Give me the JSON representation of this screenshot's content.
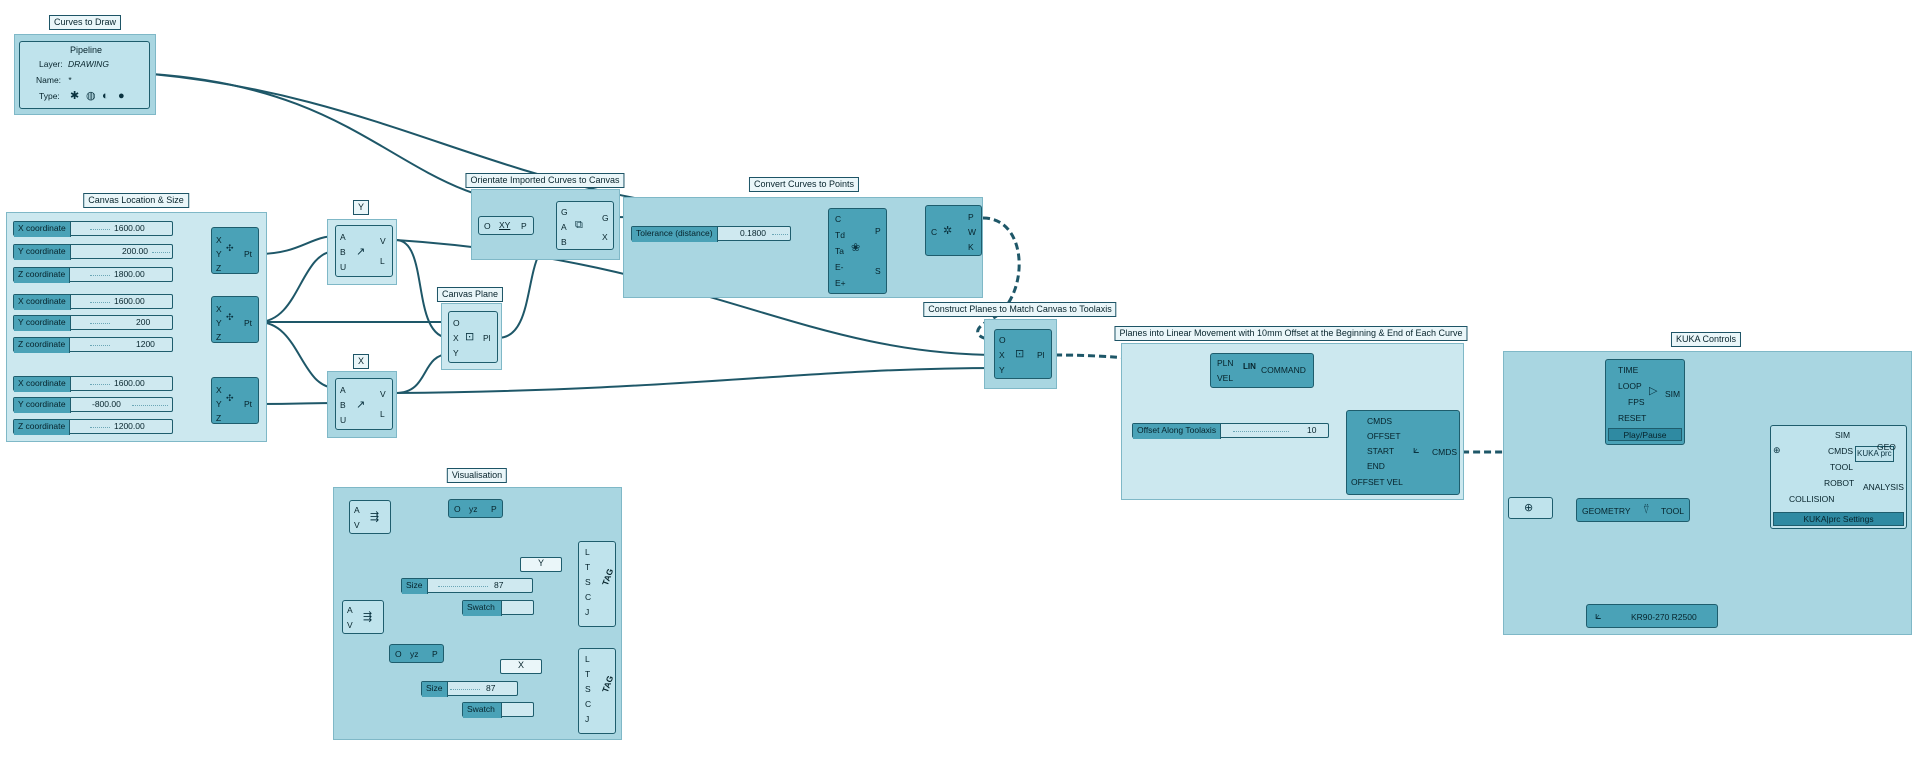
{
  "groups": {
    "curves_to_draw": "Curves to Draw",
    "canvas_location": "Canvas Location & Size",
    "y_group": "Y",
    "x_group": "X",
    "orientate": "Orientate Imported Curves to Canvas",
    "canvas_plane": "Canvas Plane",
    "convert": "Convert Curves to Points",
    "construct": "Construct Planes to Match Canvas to Toolaxis",
    "planes_linear": "Planes into Linear Movement with 10mm Offset at the Beginning & End of Each Curve",
    "kuka": "KUKA Controls",
    "visualisation": "Visualisation"
  },
  "pipeline": {
    "title": "Pipeline",
    "layer_label": "Layer:",
    "layer_value": "DRAWING",
    "name_label": "Name:",
    "name_value": "*",
    "type_label": "Type:"
  },
  "sliders": {
    "s1": {
      "label": "X coordinate",
      "value": "1600.00"
    },
    "s2": {
      "label": "Y coordinate",
      "value": "200.00"
    },
    "s3": {
      "label": "Z coordinate",
      "value": "1800.00"
    },
    "s4": {
      "label": "X coordinate",
      "value": "1600.00"
    },
    "s5": {
      "label": "Y coordinate",
      "value": "200"
    },
    "s6": {
      "label": "Z coordinate",
      "value": "1200"
    },
    "s7": {
      "label": "X coordinate",
      "value": "1600.00"
    },
    "s8": {
      "label": "Y coordinate",
      "value": "-800.00"
    },
    "s9": {
      "label": "Z coordinate",
      "value": "1200.00"
    },
    "tol": {
      "label": "Tolerance (distance)",
      "value": "0.1800"
    },
    "offset": {
      "label": "Offset Along Toolaxis",
      "value": "10"
    },
    "size1": {
      "label": "Size",
      "value": "87"
    },
    "size2": {
      "label": "Size",
      "value": "87"
    }
  },
  "pins": {
    "X": "X",
    "Y": "Y",
    "Z": "Z",
    "Pt": "Pt",
    "A": "A",
    "B": "B",
    "U": "U",
    "V": "V",
    "L": "L",
    "O": "O",
    "Pl": "Pl",
    "G": "G",
    "C": "C",
    "P": "P",
    "W": "W",
    "K": "K",
    "Td": "Td",
    "Ta": "Ta",
    "Eminus": "E-",
    "Eplus": "E+",
    "S": "S",
    "XY": "XY",
    "YZ": "yz",
    "T": "T",
    "J": "J"
  },
  "command": {
    "pln": "PLN",
    "vel": "VEL",
    "lin": "LIN",
    "out": "COMMAND"
  },
  "linear": {
    "cmds": "CMDS",
    "offset": "OFFSET",
    "start": "START",
    "end": "END",
    "offset_vel": "OFFSET VEL",
    "out": "CMDS"
  },
  "timer": {
    "time": "TIME",
    "loop": "LOOP",
    "fps": "FPS",
    "reset": "RESET",
    "sim": "SIM",
    "button": "Play/Pause"
  },
  "kukacore": {
    "sim": "SIM",
    "cmds": "CMDS",
    "tool": "TOOL",
    "robot": "ROBOT",
    "collision": "COLLISION",
    "geo": "GEO",
    "analysis": "ANALYSIS",
    "settings": "KUKA|prc Settings",
    "logo": "KUKA prc"
  },
  "tool": {
    "geometry": "GEOMETRY",
    "out": "TOOL"
  },
  "robot": {
    "name": "KR90-270 R2500"
  },
  "vis": {
    "param_y": "Y",
    "param_x": "X",
    "swatch1": "Swatch",
    "swatch2": "Swatch",
    "tag": "TAG"
  },
  "colors": {
    "group": "#a9d6e1",
    "component": "#4aa2b7",
    "wire": "#1e5768",
    "label": "#eaf6f9"
  }
}
